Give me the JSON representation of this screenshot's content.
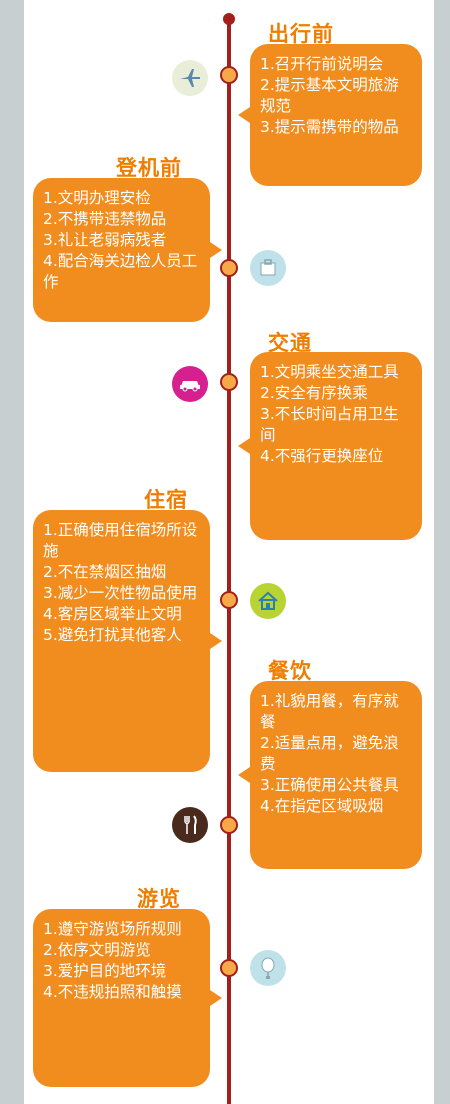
{
  "sections": [
    {
      "title": "出行前",
      "lines": [
        "1.召开行前说明会",
        "2.提示基本文明旅游规范",
        "3.提示需携带的物品"
      ],
      "icon": "airplane-icon",
      "icon_color": "#e8eed8"
    },
    {
      "title": "登机前",
      "lines": [
        "1.文明办理安检",
        "2.不携带违禁物品",
        "3.礼让老弱病残者",
        "4.配合海关边检人员工作"
      ],
      "icon": "luggage-icon",
      "icon_color": "#bfe2ea"
    },
    {
      "title": "交通",
      "lines": [
        "1.文明乘坐交通工具",
        "2.安全有序换乘",
        "3.不长时间占用卫生间",
        "4.不强行更换座位"
      ],
      "icon": "car-icon",
      "icon_color": "#d6208f"
    },
    {
      "title": "住宿",
      "lines": [
        "1.正确使用住宿场所设施",
        "2.不在禁烟区抽烟",
        "3.减少一次性物品使用",
        "4.客房区域举止文明",
        "5.避免打扰其他客人"
      ],
      "icon": "house-icon",
      "icon_color": "#b8d432"
    },
    {
      "title": "餐饮",
      "lines": [
        "1.礼貌用餐，有序就餐",
        "2.适量点用，避免浪费",
        "3.正确使用公共餐具",
        "4.在指定区域吸烟"
      ],
      "icon": "fork-knife-icon",
      "icon_color": "#4a2a1c"
    },
    {
      "title": "游览",
      "lines": [
        "1.遵守游览场所规则",
        "2.依序文明游览",
        "3.爱护目的地环境",
        "4.不违规拍照和触摸"
      ],
      "icon": "balloon-icon",
      "icon_color": "#bfe2ea"
    }
  ],
  "colors": {
    "line": "#a3201a",
    "box": "#f18c1f",
    "title": "#ef7d00",
    "node": "#f7a94a"
  }
}
